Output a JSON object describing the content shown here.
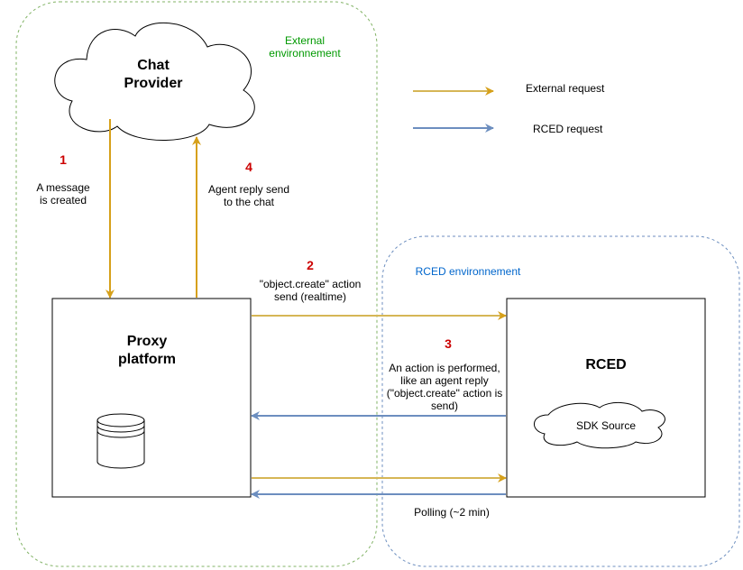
{
  "colors": {
    "external_arrow": "#d6b656",
    "rced_arrow": "#6c8ebf",
    "external_zone_border": "#82b366",
    "rced_zone_border": "#6c8ebf",
    "step_number": "#cc0000"
  },
  "external_zone": {
    "label_line1": "External",
    "label_line2": "environnement"
  },
  "rced_zone": {
    "label": "RCED environnement"
  },
  "chat_provider": {
    "line1": "Chat",
    "line2": "Provider"
  },
  "proxy": {
    "line1": "Proxy",
    "line2": "platform",
    "icon": "database-icon"
  },
  "rced": {
    "title": "RCED",
    "sdk_label": "SDK Source"
  },
  "legend": {
    "external_request": "External request",
    "rced_request": "RCED request"
  },
  "steps": {
    "step1": {
      "number": "1",
      "line1": "A message",
      "line2": "is created"
    },
    "step2": {
      "number": "2",
      "line1": "\"object.create\" action",
      "line2": "send (realtime)"
    },
    "step3": {
      "number": "3",
      "line1": "An action is performed,",
      "line2": "like an agent reply",
      "line3": "(\"object.create\" action is",
      "line4": "send)"
    },
    "step4": {
      "number": "4",
      "line1": "Agent reply send",
      "line2": "to the chat"
    }
  },
  "polling": {
    "label": "Polling (~2 min)"
  }
}
